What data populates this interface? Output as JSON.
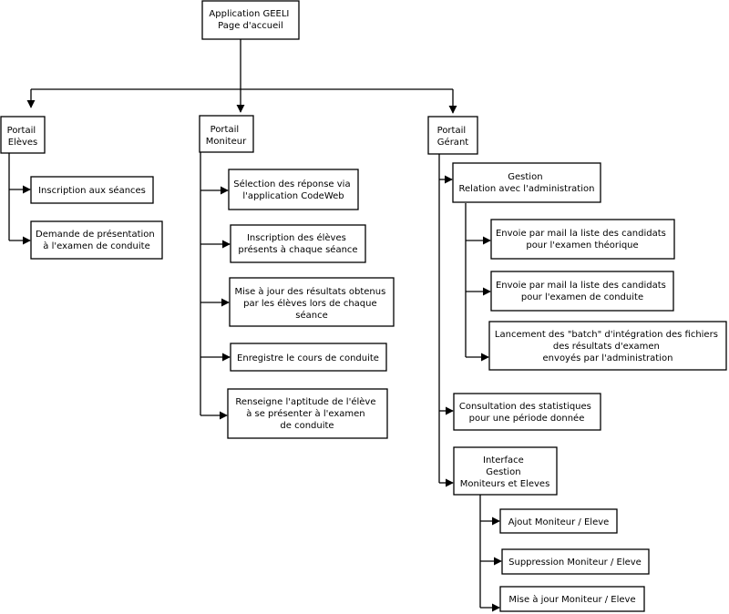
{
  "root": [
    "Application GEELI",
    "Page d'accueil"
  ],
  "eleves": {
    "portal": [
      "Portail",
      "Elèves"
    ],
    "items": [
      [
        "Inscription aux séances"
      ],
      [
        "Demande de présentation",
        "à l'examen de conduite"
      ]
    ]
  },
  "moniteur": {
    "portal": [
      "Portail",
      "Moniteur"
    ],
    "items": [
      [
        "Sélection des réponse via",
        "l'application CodeWeb"
      ],
      [
        "Inscription des élèves",
        "présents à chaque séance"
      ],
      [
        "Mise à jour des résultats obtenus",
        "par les élèves lors de chaque",
        "séance"
      ],
      [
        "Enregistre le cours de conduite"
      ],
      [
        "Renseigne l'aptitude de l'élève",
        "à se présenter à l'examen",
        "de conduite"
      ]
    ]
  },
  "gerant": {
    "portal": [
      "Portail",
      "Gérant"
    ],
    "gestion": [
      "Gestion",
      "Relation avec l'administration"
    ],
    "gestion_items": [
      [
        "Envoie par mail la liste des candidats",
        "pour l'examen théorique"
      ],
      [
        "Envoie par mail la liste des candidats",
        "pour l'examen de conduite"
      ],
      [
        "Lancement des \"batch\" d'intégration des fichiers",
        "des résultats d'examen",
        "envoyés par l'administration"
      ]
    ],
    "stats": [
      "Consultation des statistiques",
      "pour une période donnée"
    ],
    "interface": [
      "Interface",
      "Gestion",
      "Moniteurs et Eleves"
    ],
    "interface_items": [
      [
        "Ajout Moniteur / Eleve"
      ],
      [
        "Suppression Moniteur / Eleve"
      ],
      [
        "Mise à jour Moniteur / Eleve"
      ]
    ]
  }
}
